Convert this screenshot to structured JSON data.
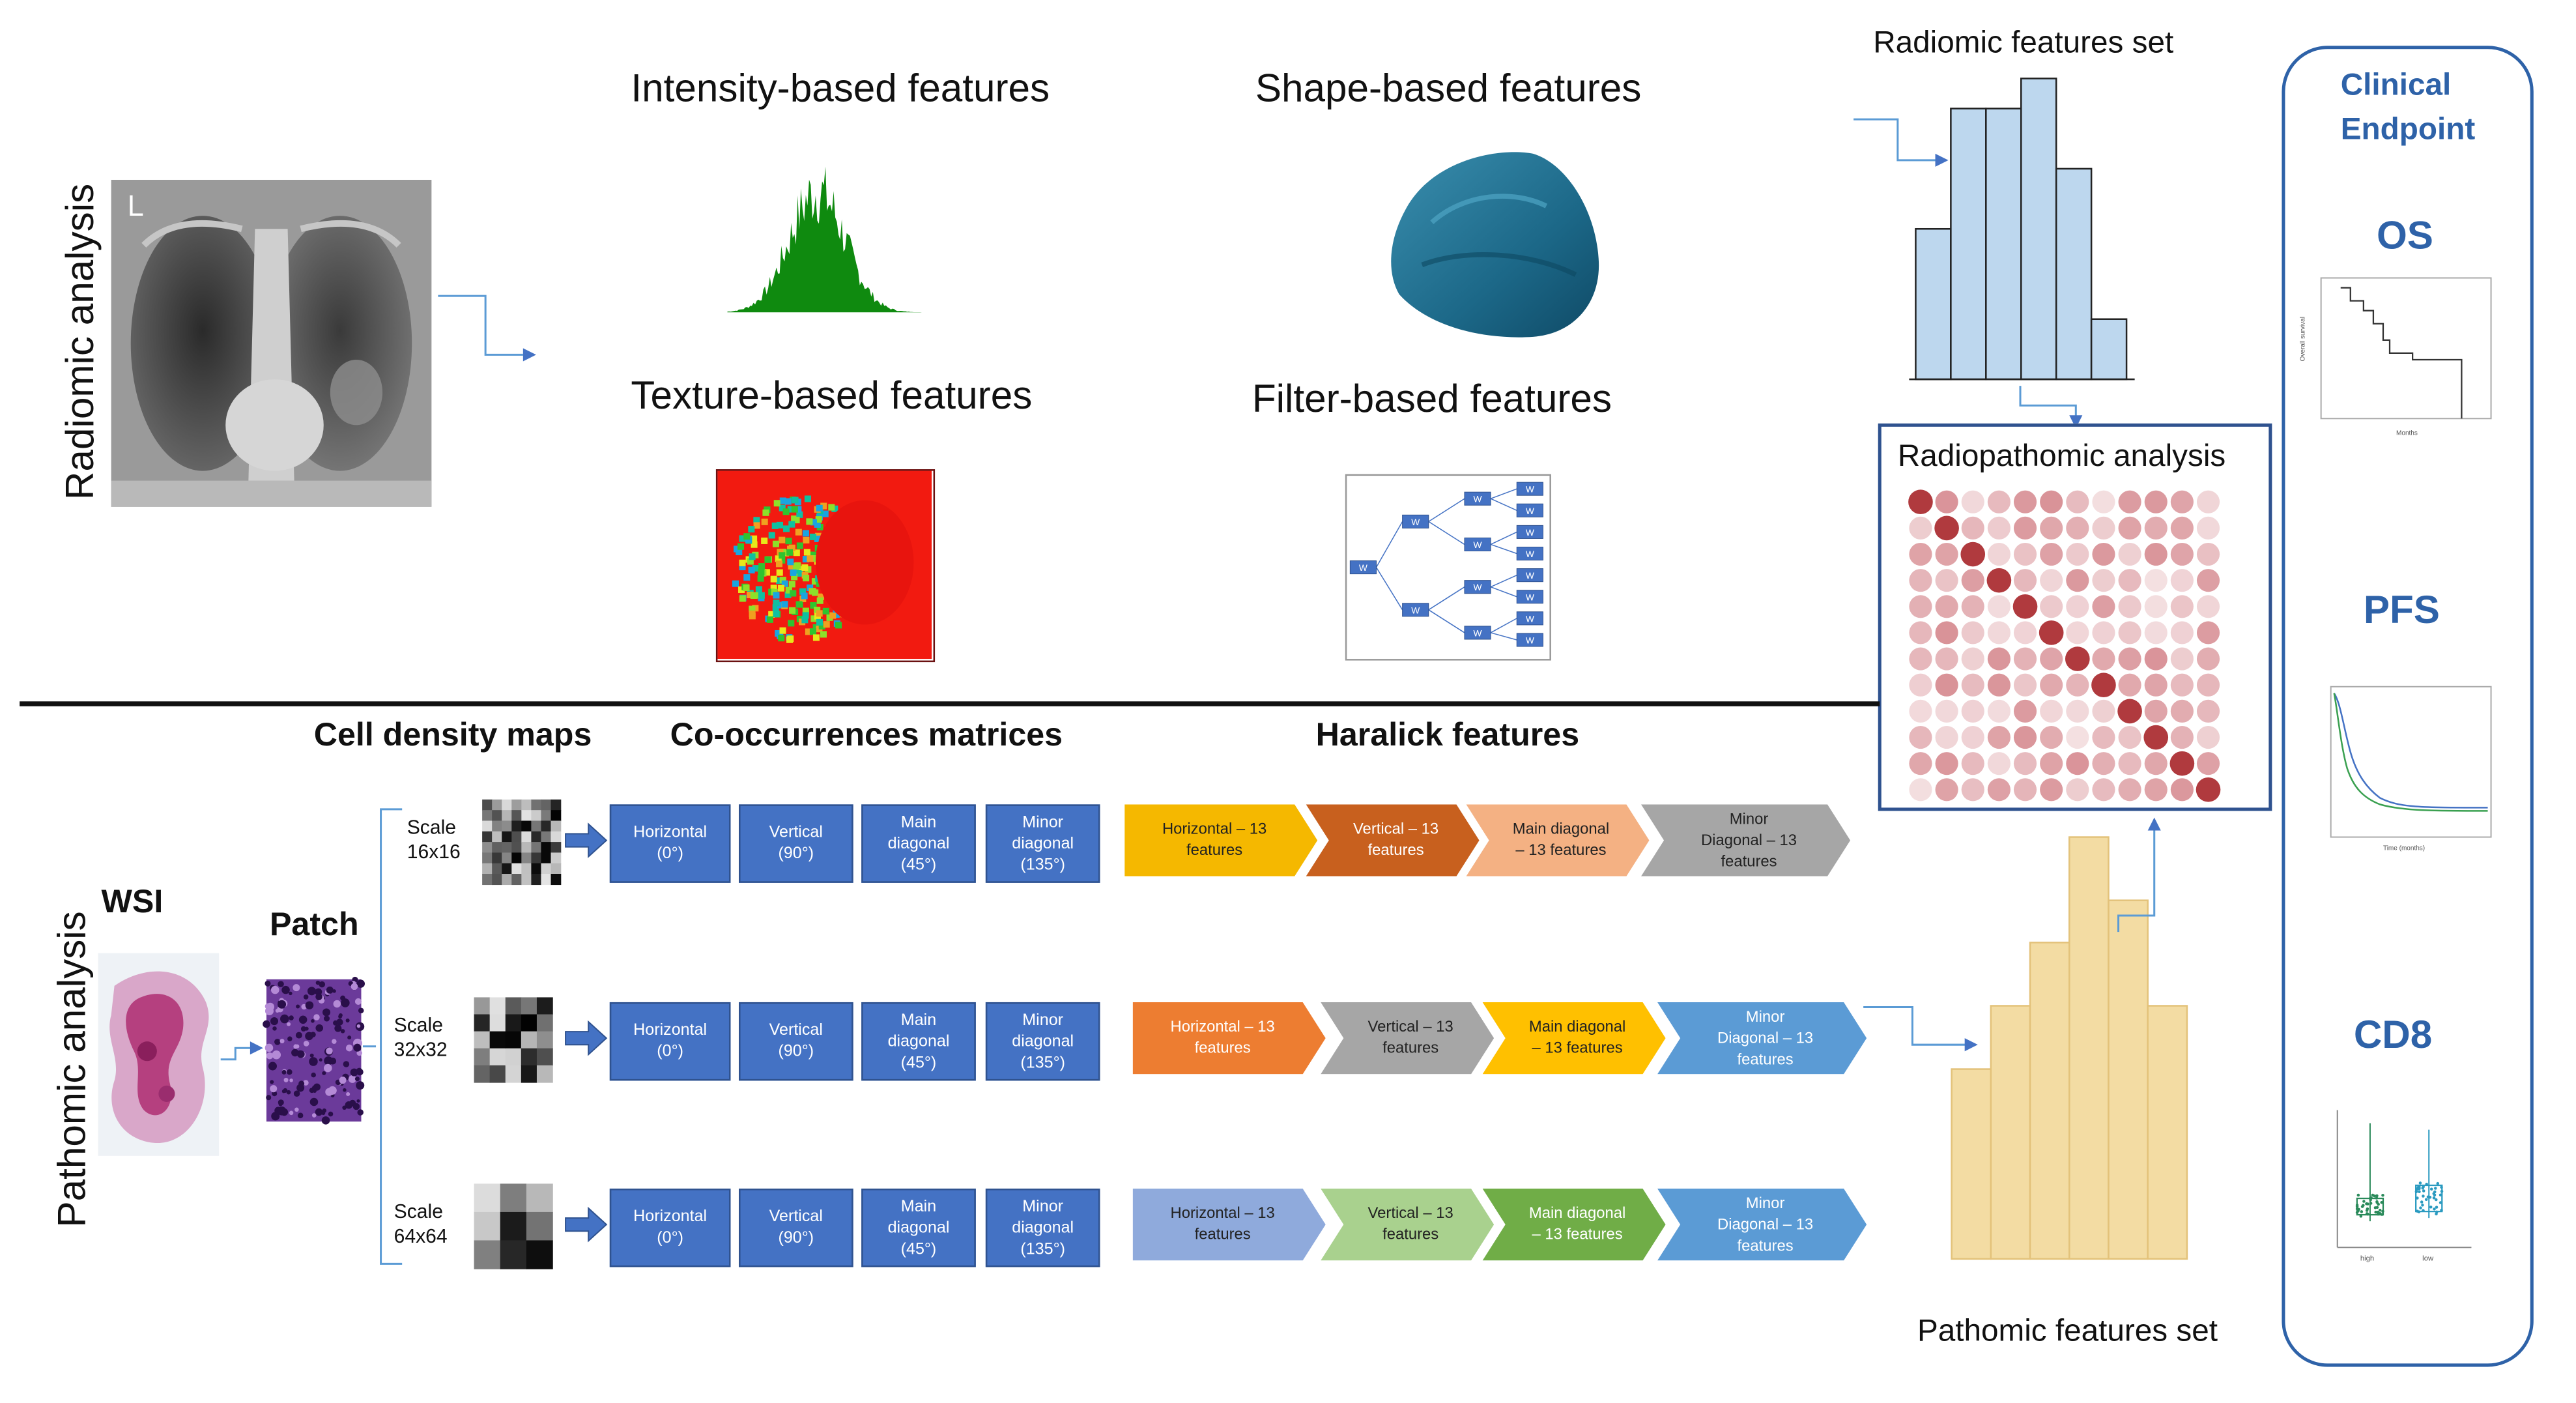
{
  "radiomic": {
    "section_label": "Radiomic analysis",
    "intensity_title": "Intensity-based features",
    "shape_title": "Shape-based features",
    "texture_title": "Texture-based features",
    "filter_title": "Filter-based features",
    "features_set_title": "Radiomic features set",
    "wavelet_labels": [
      "W",
      "W",
      "W",
      "W",
      "W",
      "W",
      "W",
      "W",
      "W",
      "W",
      "W",
      "W",
      "W",
      "W",
      "W"
    ]
  },
  "radiopathomic": {
    "title": "Radiopathomic analysis"
  },
  "pathomic": {
    "section_label": "Pathomic analysis",
    "wsi_label": "WSI",
    "patch_label": "Patch",
    "cell_density_title": "Cell density maps",
    "cooccurrence_title": "Co-occurrences matrices",
    "haralick_title": "Haralick features",
    "features_set_title": "Pathomic features set",
    "scales": [
      {
        "label": "Scale\n16x16"
      },
      {
        "label": "Scale\n32x32"
      },
      {
        "label": "Scale\n64x64"
      }
    ],
    "matrix_boxes": [
      "Horizontal\n(0°)",
      "Vertical\n(90°)",
      "Main\ndiagonal\n(45°)",
      "Minor\ndiagonal\n(135°)"
    ],
    "haralick_rows": [
      {
        "items": [
          "Horizontal – 13\nfeatures",
          "Vertical – 13\nfeatures",
          "Main diagonal\n– 13 features",
          "Minor\nDiagonal – 13\nfeatures"
        ],
        "colors": [
          "#f5b800",
          "#c8601e",
          "#f4b183",
          "#a6a6a6"
        ]
      },
      {
        "items": [
          "Horizontal – 13\nfeatures",
          "Vertical – 13\nfeatures",
          "Main diagonal\n– 13 features",
          "Minor\nDiagonal – 13\nfeatures"
        ],
        "colors": [
          "#ed7d31",
          "#a6a6a6",
          "#ffc000",
          "#5b9bd5"
        ]
      },
      {
        "items": [
          "Horizontal – 13\nfeatures",
          "Vertical – 13\nfeatures",
          "Main diagonal\n– 13 features",
          "Minor\nDiagonal – 13\nfeatures"
        ],
        "colors": [
          "#8faadc",
          "#a9d18e",
          "#70ad47",
          "#5b9bd5"
        ]
      }
    ]
  },
  "clinical": {
    "title_line1": "Clinical",
    "title_line2": "Endpoint",
    "endpoints": [
      "OS",
      "PFS",
      "CD8"
    ],
    "cd8_groups": [
      "high",
      "low"
    ]
  },
  "histograms": {
    "radiomic_bar_heights": [
      0.5,
      0.9,
      0.9,
      1.0,
      0.7,
      0.2
    ],
    "pathomic_bar_heights": [
      0.45,
      0.6,
      0.75,
      1.0,
      0.85,
      0.6
    ]
  },
  "colors": {
    "accent_blue": "#2e62a8",
    "box_blue": "#4472c4",
    "arrow_blue": "#5b9bd5",
    "radiomic_bar": "#bdd7ee",
    "pathomic_bar": "#f3dca3",
    "corr_dark": "#b03a3e"
  }
}
